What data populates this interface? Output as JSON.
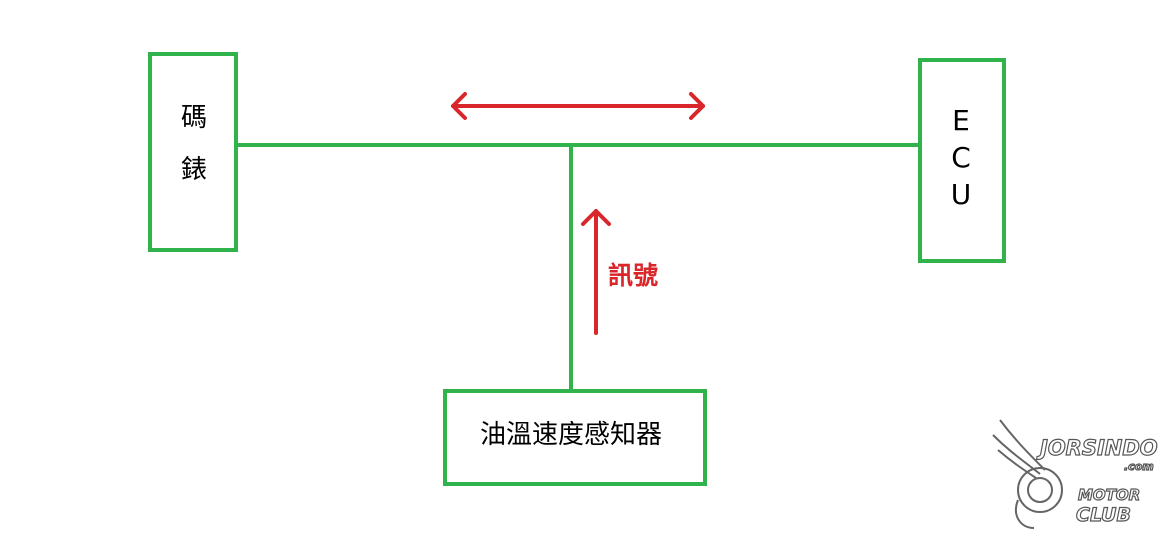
{
  "nodes": {
    "odometer": {
      "chars": [
        "碼",
        "錶"
      ]
    },
    "ecu": {
      "chars": [
        "E",
        "C",
        "U"
      ]
    },
    "sensor": {
      "label": "油溫速度感知器"
    }
  },
  "signal_label": "訊號",
  "colors": {
    "wire": "#2fb34a",
    "arrow": "#d9262b",
    "text": "#000000"
  },
  "watermark": {
    "line1": "JORSINDO",
    "line1b": ".com",
    "line2": "MOTOR",
    "line3": "CLUB"
  }
}
